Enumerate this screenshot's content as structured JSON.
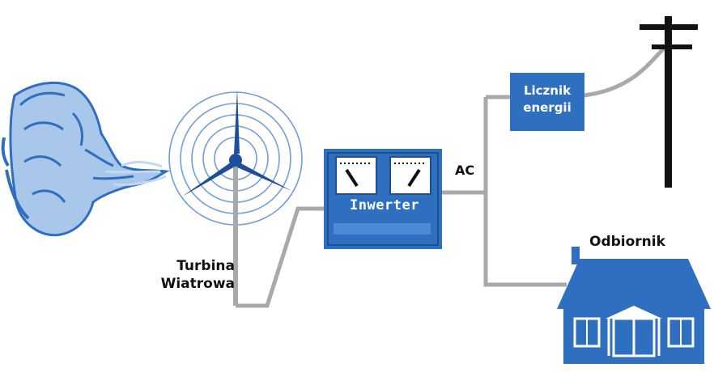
{
  "labels": {
    "turbine_line1": "Turbina",
    "turbine_line2": "Wiatrowa",
    "inverter": "Inwerter",
    "ac": "AC",
    "meter_line1": "Licznik",
    "meter_line2": "energii",
    "receiver": "Odbiornik"
  },
  "colors": {
    "blue": "#2f6fc0",
    "light_blue": "#a9c7ea",
    "wire": "#a9a9a9",
    "pole": "#111111",
    "text": "#111111"
  }
}
